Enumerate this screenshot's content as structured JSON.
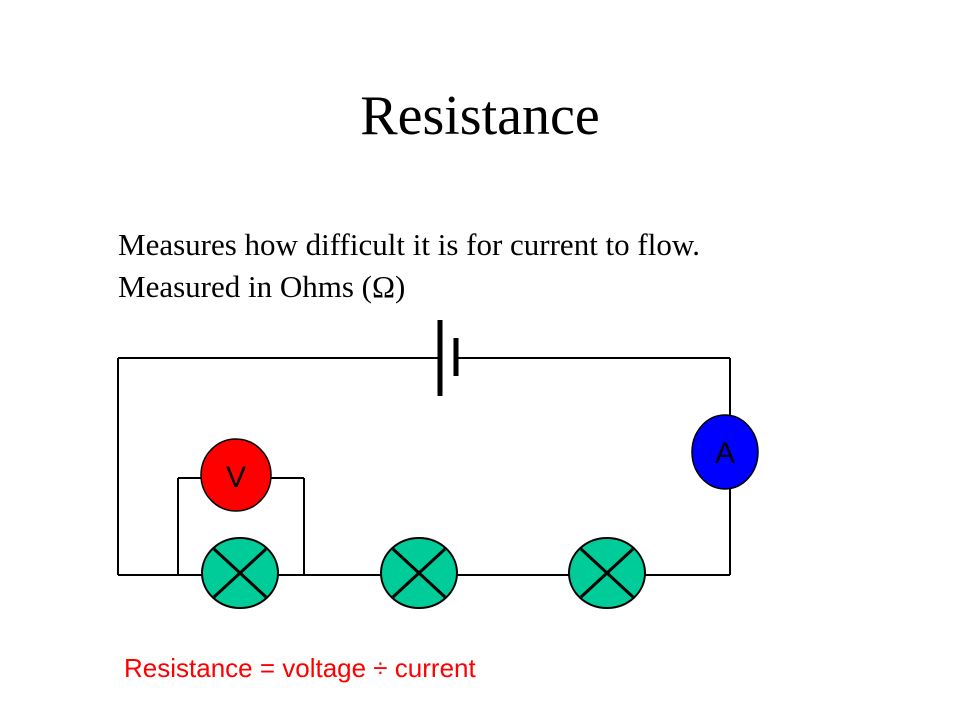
{
  "slide": {
    "title": "Resistance",
    "bullets": [
      "Measures how difficult it is for current to flow.",
      "Measured in Ohms (Ω)"
    ],
    "formula": "Resistance = voltage ÷ current"
  },
  "circuit": {
    "voltmeter": {
      "label": "V",
      "color": "#ff0000"
    },
    "ammeter": {
      "label": "A",
      "color": "#0000ff"
    },
    "lamp_color": "#00cc99",
    "lamp_count": 3,
    "wire_color": "#000000",
    "formula_color": "#ff0000"
  }
}
